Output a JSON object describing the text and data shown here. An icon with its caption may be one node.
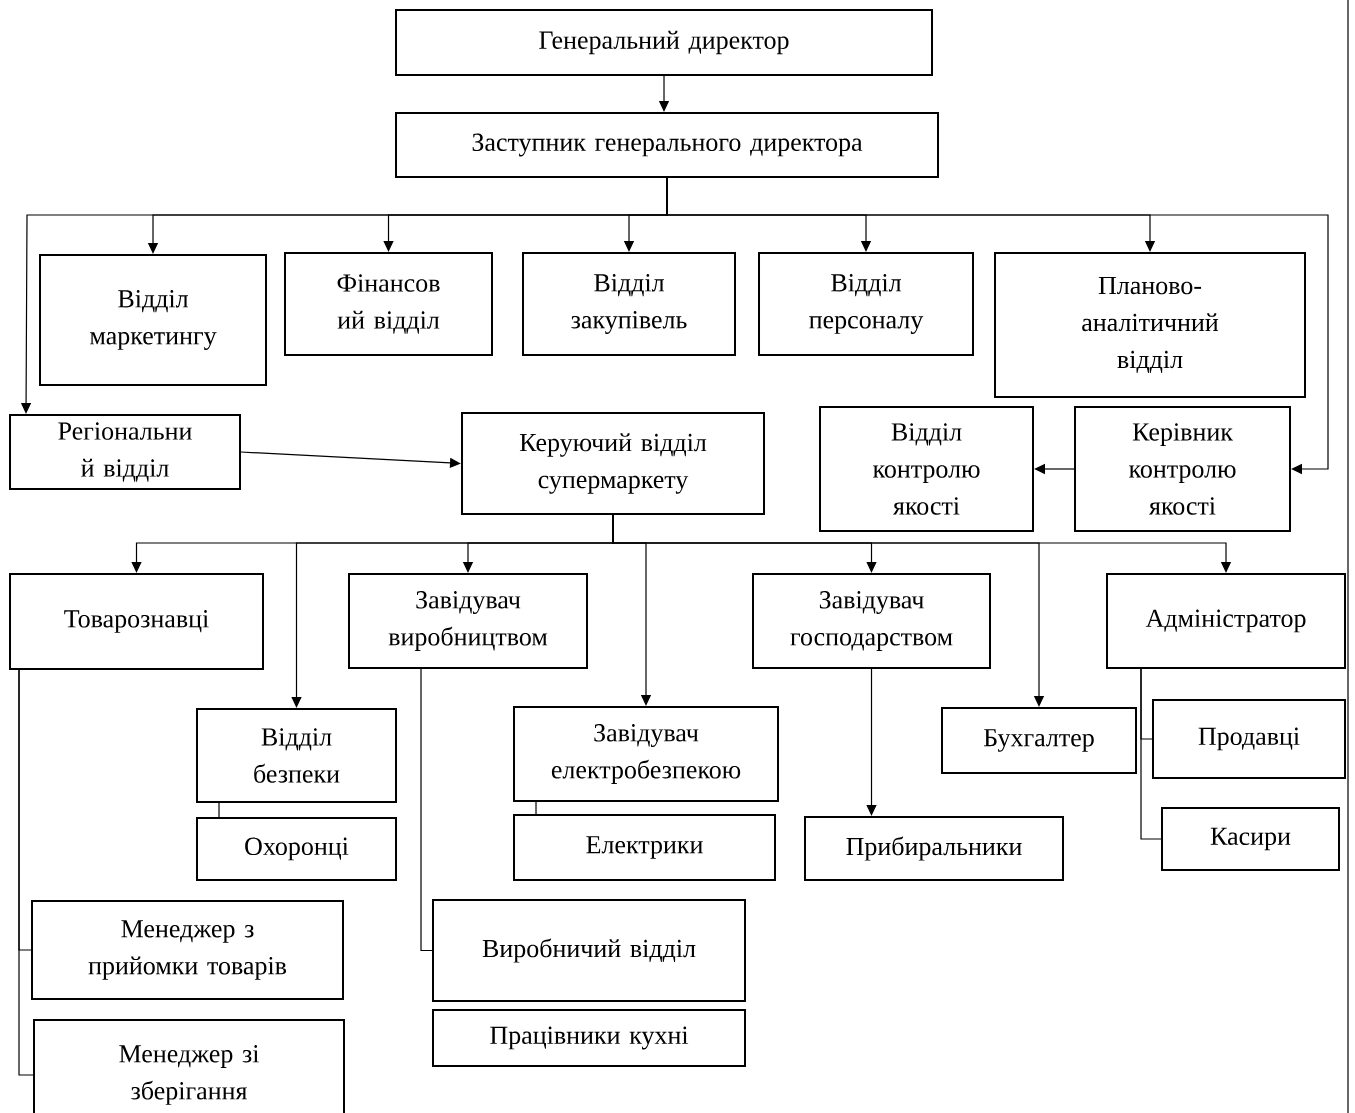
{
  "diagram": {
    "nodes": [
      {
        "text": [
          "Генеральний директор"
        ]
      },
      {
        "text": [
          "Заступник генерального директора"
        ]
      },
      {
        "text": [
          "Відділ маркетингу"
        ]
      },
      {
        "text": [
          "Фінансов ий відділ"
        ]
      },
      {
        "text": [
          "Відділ закупівель"
        ]
      },
      {
        "text": [
          "Відділ персоналу"
        ]
      },
      {
        "text": [
          "Планово- аналітичний відділ"
        ]
      },
      {
        "text": [
          "Регіональни й відділ"
        ]
      },
      {
        "text": [
          "Керуючий відділ супермаркету"
        ]
      },
      {
        "text": [
          "Відділ контролю якості"
        ]
      },
      {
        "text": [
          "Керівник контролю якості"
        ]
      },
      {
        "text": [
          "Товарознавці"
        ]
      },
      {
        "text": [
          "Відділ безпеки"
        ]
      },
      {
        "text": [
          "Охоронці"
        ]
      },
      {
        "text": [
          "Завідувач виробництвом"
        ]
      },
      {
        "text": [
          "Завідувач електробезпекою"
        ]
      },
      {
        "text": [
          "Електрики"
        ]
      },
      {
        "text": [
          "Завідувач господарством"
        ]
      },
      {
        "text": [
          "Прибиральники"
        ]
      },
      {
        "text": [
          "Бухгалтер"
        ]
      },
      {
        "text": [
          "Адміністратор"
        ]
      },
      {
        "text": [
          "Продавці"
        ]
      },
      {
        "text": [
          "Касири"
        ]
      },
      {
        "text": [
          "Менеджер з прийомки товарів"
        ]
      },
      {
        "text": [
          "Менеджер зі зберігання"
        ]
      },
      {
        "text": [
          "Виробничий відділ"
        ]
      },
      {
        "text": [
          "Працівники кухні"
        ]
      }
    ],
    "edges": [
      {
        "from": 0,
        "to": 1,
        "arrow": "to"
      },
      {
        "from": 1,
        "to": 2,
        "arrow": "to"
      },
      {
        "from": 1,
        "to": 3,
        "arrow": "to"
      },
      {
        "from": 1,
        "to": 4,
        "arrow": "to"
      },
      {
        "from": 1,
        "to": 5,
        "arrow": "to"
      },
      {
        "from": 1,
        "to": 6,
        "arrow": "to"
      },
      {
        "from": 1,
        "to": 7,
        "arrow": "to"
      },
      {
        "from": 1,
        "to": 10,
        "arrow": "to"
      },
      {
        "from": 7,
        "to": 8,
        "arrow": "to"
      },
      {
        "from": 10,
        "to": 9,
        "arrow": "to"
      },
      {
        "from": 8,
        "to": 11,
        "arrow": "to"
      },
      {
        "from": 8,
        "to": 12,
        "arrow": "to"
      },
      {
        "from": 8,
        "to": 14,
        "arrow": "to"
      },
      {
        "from": 8,
        "to": 15,
        "arrow": "to"
      },
      {
        "from": 8,
        "to": 17,
        "arrow": "to"
      },
      {
        "from": 8,
        "to": 19,
        "arrow": "to"
      },
      {
        "from": 8,
        "to": 20,
        "arrow": "to"
      },
      {
        "from": 11,
        "to": 23,
        "arrow": "none"
      },
      {
        "from": 11,
        "to": 24,
        "arrow": "none"
      },
      {
        "from": 12,
        "to": 13,
        "arrow": "none"
      },
      {
        "from": 14,
        "to": 25,
        "arrow": "none"
      },
      {
        "from": 15,
        "to": 16,
        "arrow": "none"
      },
      {
        "from": 17,
        "to": 18,
        "arrow": "to"
      },
      {
        "from": 20,
        "to": 21,
        "arrow": "none"
      },
      {
        "from": 20,
        "to": 22,
        "arrow": "none"
      }
    ]
  }
}
